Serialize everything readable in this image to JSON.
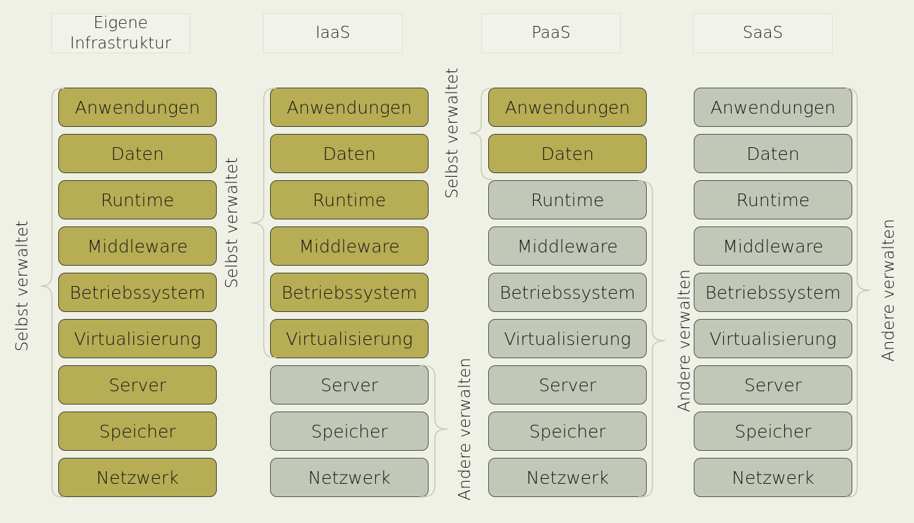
{
  "columns": [
    {
      "id": "own",
      "header": "Eigene Infrastruktur",
      "header_lines": [
        "Eigene",
        "Infrastruktur"
      ],
      "self_count": 9
    },
    {
      "id": "iaas",
      "header": "IaaS",
      "header_lines": [
        "IaaS"
      ],
      "self_count": 6
    },
    {
      "id": "paas",
      "header": "PaaS",
      "header_lines": [
        "PaaS"
      ],
      "self_count": 2
    },
    {
      "id": "saas",
      "header": "SaaS",
      "header_lines": [
        "SaaS"
      ],
      "self_count": 0
    }
  ],
  "layers": [
    "Anwendungen",
    "Daten",
    "Runtime",
    "Middleware",
    "Betriebssystem",
    "Virtualisierung",
    "Server",
    "Speicher",
    "Netzwerk"
  ],
  "labels": {
    "self": "Selbst verwaltet",
    "other": "Andere verwalten"
  },
  "colors": {
    "self_managed": "#b7ad54",
    "other_managed": "#c2c8b8",
    "background": "#eff0e6"
  }
}
